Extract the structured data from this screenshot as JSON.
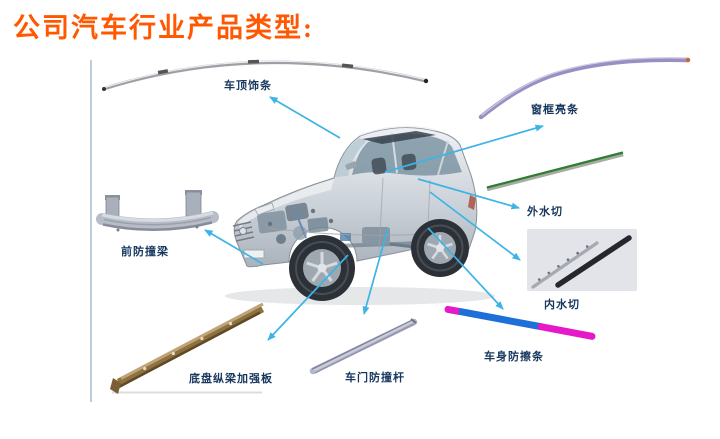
{
  "slide": {
    "title": "公司汽车行业产品类型:"
  },
  "colors": {
    "title": "#FF5800",
    "label_text": "#17375E",
    "arrow": "#3CB4E5",
    "accent_line": "#8FAABF",
    "window_strip": "#9A8FC2",
    "outer_strip_green": "#2F7D33",
    "body_strip_blue": "#1E6FD8",
    "body_strip_magenta": "#E619C9",
    "chassis_beam_brown": "#8F7140"
  },
  "products": [
    {
      "name": "roof-trim-strip",
      "label": "车顶饰条"
    },
    {
      "name": "window-frame-bright-strip",
      "label": "窗框亮条"
    },
    {
      "name": "outer-water-cut-strip",
      "label": "外水切"
    },
    {
      "name": "inner-water-cut-strip",
      "label": "内水切"
    },
    {
      "name": "body-anti-scratch-strip",
      "label": "车身防擦条"
    },
    {
      "name": "door-impact-bar",
      "label": "车门防撞杆"
    },
    {
      "name": "chassis-rail-reinforcement-plate",
      "label": "底盘纵梁加强板"
    },
    {
      "name": "front-bumper-beam",
      "label": "前防撞梁"
    }
  ]
}
